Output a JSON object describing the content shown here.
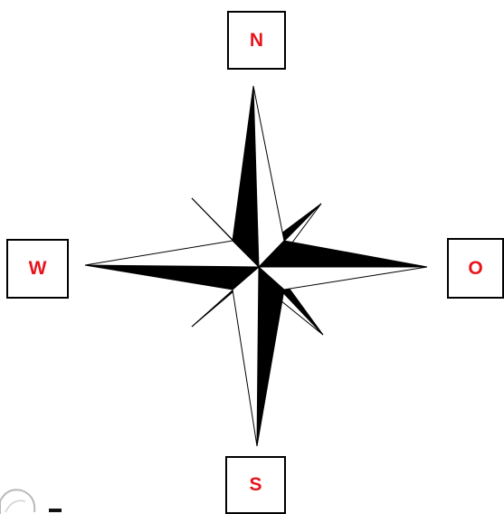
{
  "compass": {
    "north": "N",
    "west": "W",
    "east": "O",
    "south": "S"
  },
  "colors": {
    "label_text": "#e8141b",
    "star_dark": "#000000",
    "star_light": "#ffffff",
    "box_border": "#000000"
  }
}
